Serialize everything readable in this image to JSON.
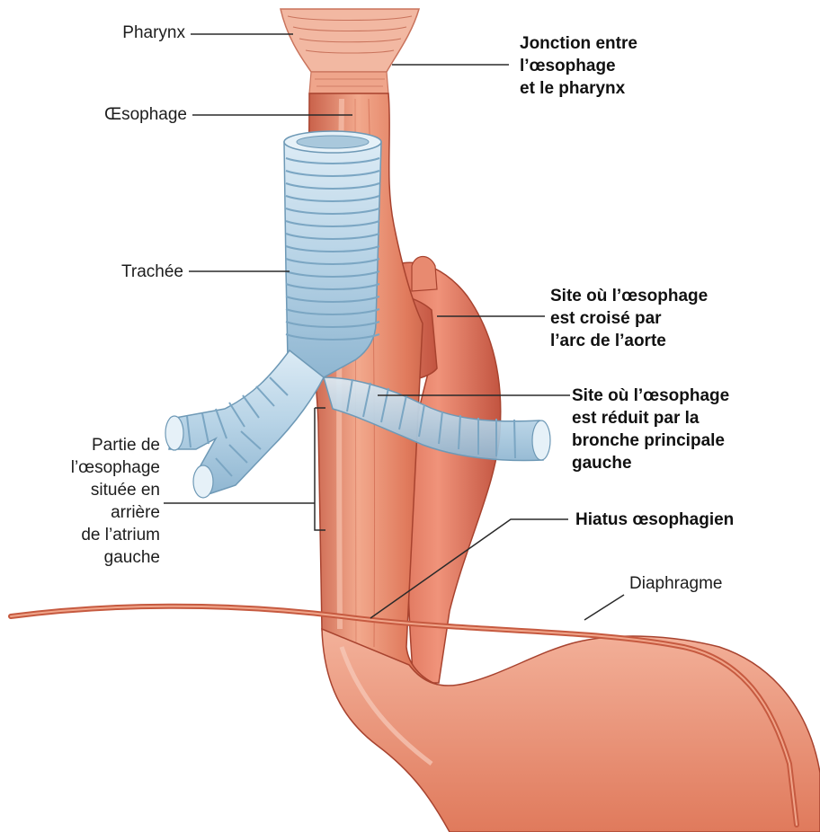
{
  "colors": {
    "muscle": "#e07a5c",
    "muscle_light": "#f0a58a",
    "muscle_dark": "#b8503a",
    "cartilage": "#b7d3e6",
    "cartilage_dark": "#7ba6c3",
    "leader": "#2a2a2a"
  },
  "labels": {
    "pharynx": [
      "Pharynx"
    ],
    "jonction": [
      "Jonction entre",
      "l’œsophage",
      "et le pharynx"
    ],
    "oesophage": [
      "Œsophage"
    ],
    "trachee": [
      "Trachée"
    ],
    "aorte": [
      "Site où l’œsophage",
      "est croisé par",
      "l’arc de l’aorte"
    ],
    "bronche": [
      "Site où l’œsophage",
      "est réduit par la",
      "bronche principale",
      "gauche"
    ],
    "atrium": [
      "Partie de",
      "l’œsophage",
      "située en",
      "arrière",
      "de l’atrium",
      "gauche"
    ],
    "hiatus": [
      "Hiatus œsophagien"
    ],
    "diaphragme": [
      "Diaphragme"
    ]
  }
}
